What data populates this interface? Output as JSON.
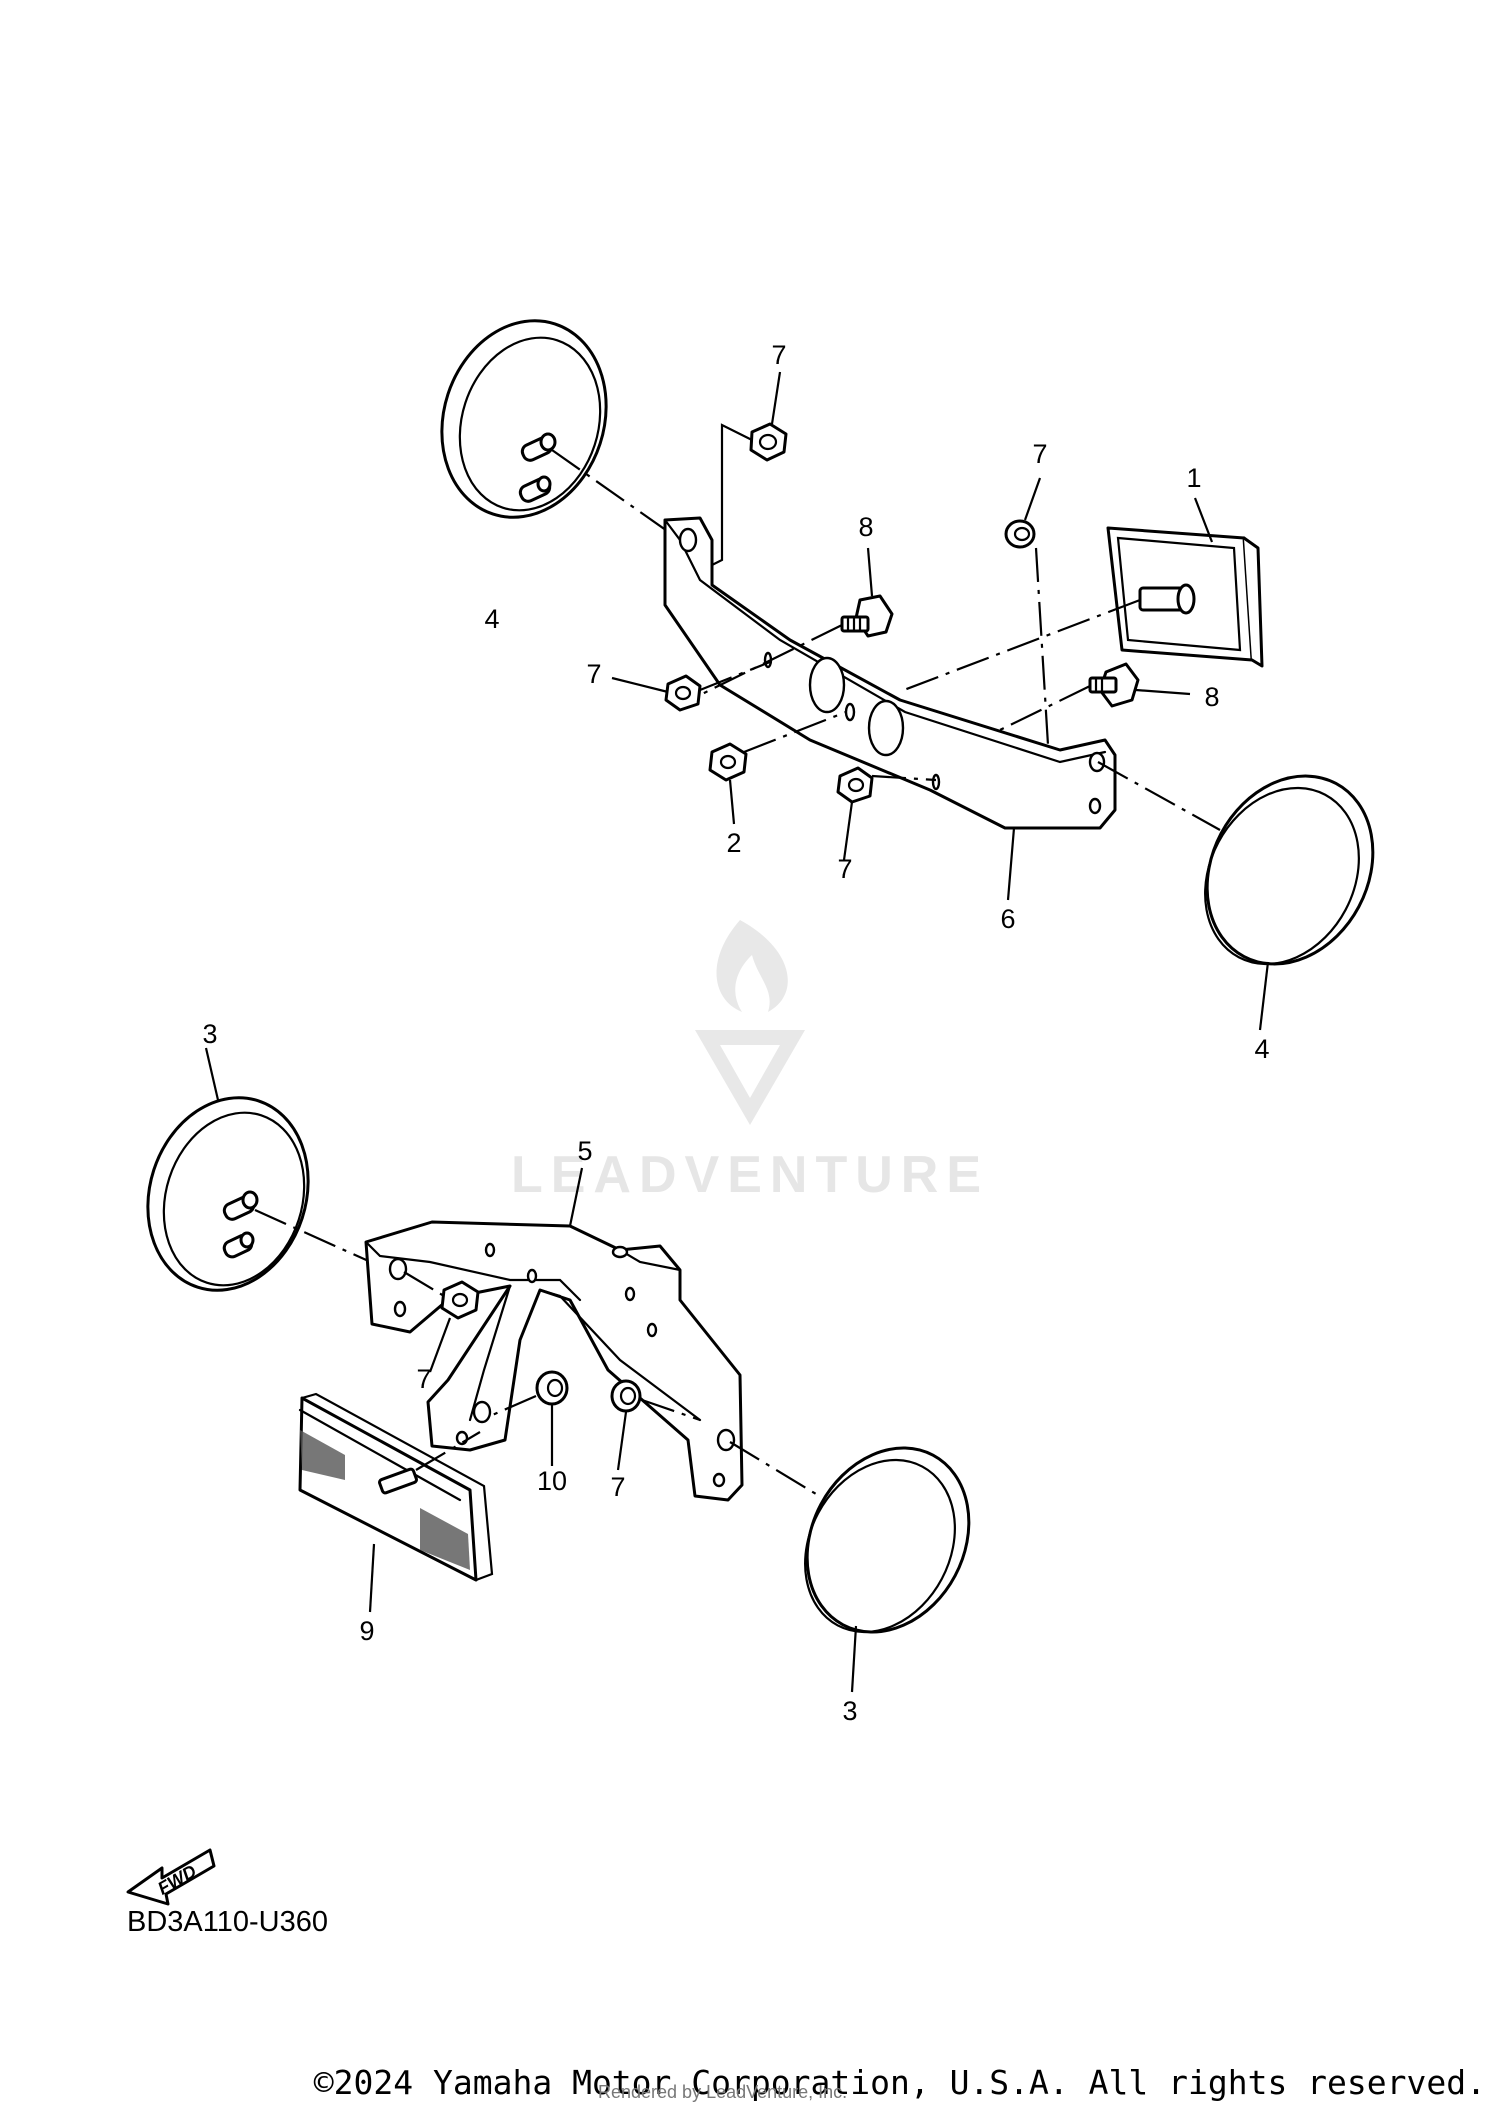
{
  "diagram": {
    "code": "BD3A110-U360",
    "fwd_label": "FWD",
    "watermark_text": "LEADVENTURE",
    "callouts": {
      "upper_reflector_left": "4",
      "upper_reflector_right": "4",
      "upper_nut_top": "7",
      "upper_nut_right": "7",
      "upper_nut_left": "7",
      "upper_nut_bottom": "7",
      "upper_bolt_top": "8",
      "upper_bolt_right": "8",
      "upper_nut_special": "2",
      "upper_rect_reflector": "1",
      "upper_bracket": "6",
      "lower_reflector_left": "3",
      "lower_reflector_right": "3",
      "lower_bracket": "5",
      "lower_nut_left": "7",
      "lower_nut_right": "7",
      "lower_washer": "10",
      "lower_rect_reflector": "9"
    }
  },
  "footer": {
    "copyright": "©2024 Yamaha Motor Corporation, U.S.A. All rights reserved.",
    "rendered_by": "Rendered by LeadVenture, Inc."
  }
}
